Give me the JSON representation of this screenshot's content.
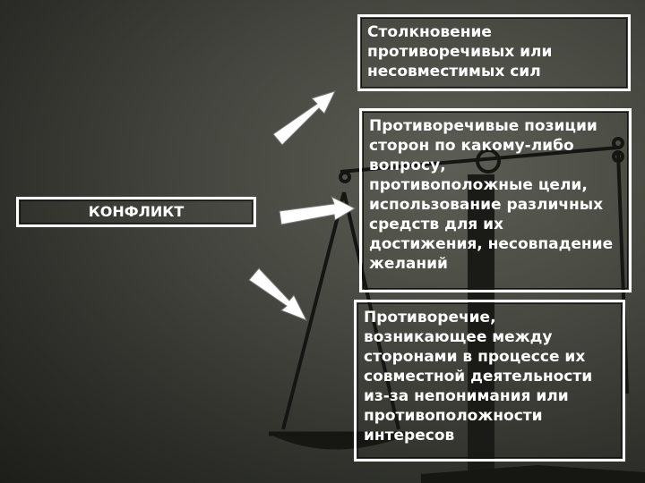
{
  "center": {
    "label": "КОНФЛИКТ"
  },
  "boxes": {
    "top": "Столкновение\nпротиворечивых или\nнесовместимых сил",
    "middle": "Противоречивые позиции\nсторон по какому-либо\nвопросу,\nпротивоположные цели,\nиспользование  различных\nсредств для их\nдостижения, несовпадение\nжеланий",
    "bottom": "Противоречие,\nвозникающее между\nсторонами в процессе их\nсовместной деятельности\nиз-за непонимания или\nпротивоположности\nинтересов"
  },
  "colors": {
    "background": "#45463f",
    "box_border": "#ffffff",
    "text": "#ffffff",
    "arrow_fill": "#ffffff"
  },
  "icons": [
    "scales-of-justice-background",
    "arrow-up-right-icon",
    "arrow-right-icon",
    "arrow-down-right-icon"
  ]
}
